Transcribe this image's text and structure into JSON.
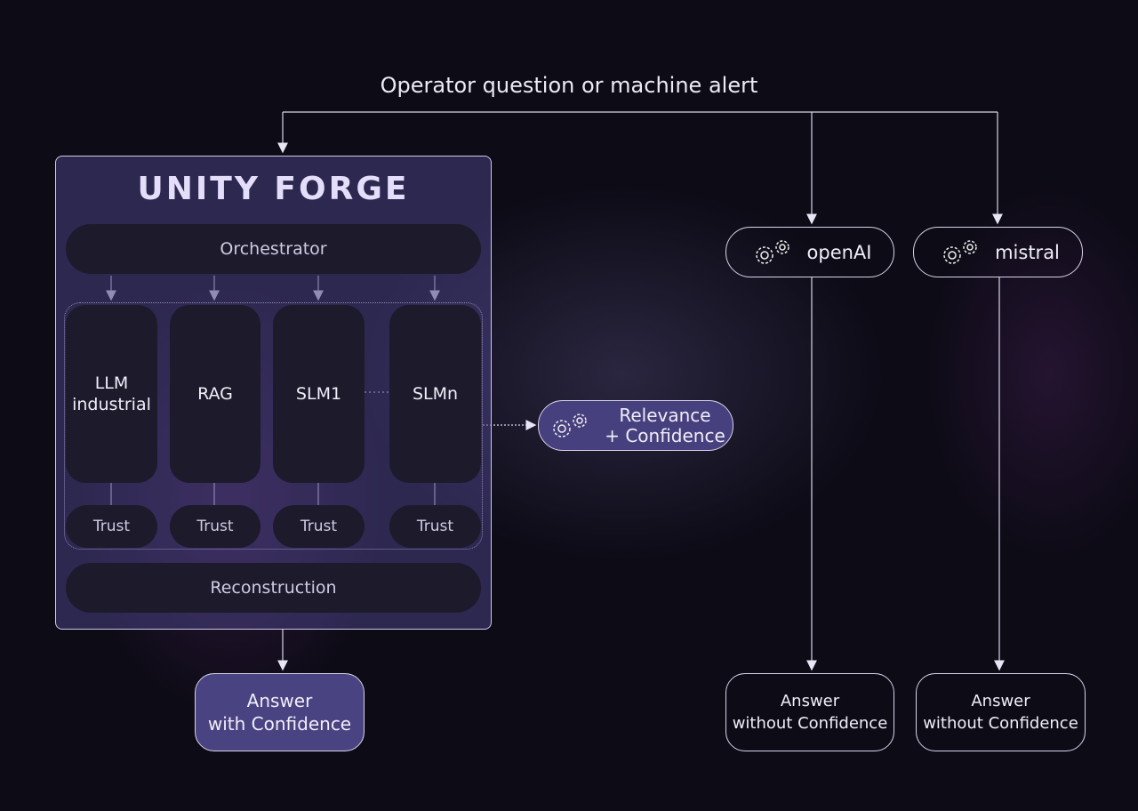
{
  "title": "Operator question or machine alert",
  "logo": "UNITY FORGE",
  "orchestrator": "Orchestrator",
  "models": [
    {
      "line1": "LLM",
      "line2": "industrial"
    },
    {
      "line1": "RAG",
      "line2": ""
    },
    {
      "line1": "SLM1",
      "line2": ""
    },
    {
      "line1": "SLMn",
      "line2": ""
    }
  ],
  "trust": [
    "Trust",
    "Trust",
    "Trust",
    "Trust"
  ],
  "reconstruction": "Reconstruction",
  "relevance": {
    "line1": "Relevance",
    "line2": "+ Confidence",
    "icon": "gears-icon"
  },
  "external": [
    {
      "label": "openAI",
      "icon": "gears-icon"
    },
    {
      "label": "mistral",
      "icon": "gears-icon"
    }
  ],
  "answers": {
    "main": {
      "line1": "Answer",
      "line2": "with Confidence"
    },
    "openai": {
      "line1": "Answer",
      "line2": "without Confidence"
    },
    "mistral": {
      "line1": "Answer",
      "line2": "without Confidence"
    }
  },
  "colors": {
    "accent": "#4a4382",
    "line": "#d8d4ea",
    "background": "#0d0b16"
  }
}
